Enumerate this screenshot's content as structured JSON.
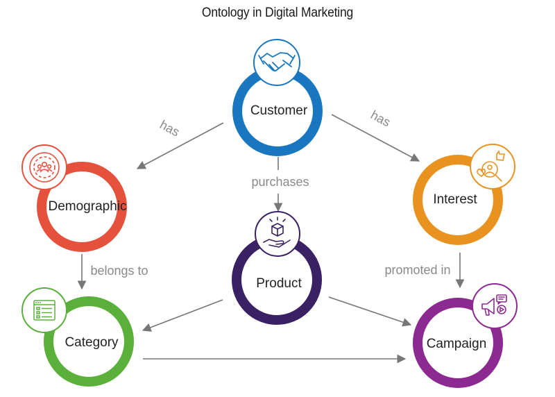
{
  "title": "Ontology in Digital Marketing",
  "colors": {
    "customer": "#1877be",
    "demographic": "#e5513c",
    "interest": "#e8931f",
    "product": "#3a2163",
    "category": "#5ab03b",
    "campaign": "#8c2a91",
    "arrow": "#777777",
    "edge_label": "#8a8a8a"
  },
  "nodes": {
    "customer": {
      "label": "Customer",
      "icon": "handshake-icon"
    },
    "demographic": {
      "label": "Demographic",
      "icon": "people-target-icon"
    },
    "interest": {
      "label": "Interest",
      "icon": "person-search-like-icon"
    },
    "product": {
      "label": "Product",
      "icon": "box-hand-icon"
    },
    "category": {
      "label": "Category",
      "icon": "list-window-icon"
    },
    "campaign": {
      "label": "Campaign",
      "icon": "megaphone-icon"
    }
  },
  "edges": {
    "customer_demographic": {
      "from": "Customer",
      "to": "Demographic",
      "label": "has"
    },
    "customer_interest": {
      "from": "Customer",
      "to": "Interest",
      "label": "has"
    },
    "customer_product": {
      "from": "Customer",
      "to": "Product",
      "label": "purchases"
    },
    "demographic_category": {
      "from": "Demographic",
      "to": "Category",
      "label": "belongs to"
    },
    "interest_campaign": {
      "from": "Interest",
      "to": "Campaign",
      "label": "promoted in"
    },
    "product_category": {
      "from": "Product",
      "to": "Category",
      "label": ""
    },
    "product_campaign": {
      "from": "Product",
      "to": "Campaign",
      "label": ""
    },
    "category_campaign": {
      "from": "Category",
      "to": "Campaign",
      "label": ""
    }
  }
}
